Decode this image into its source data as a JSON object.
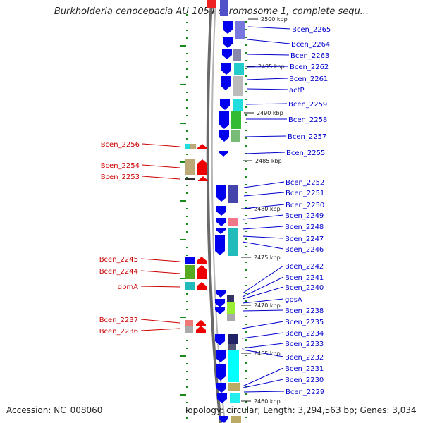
{
  "title": "Burkholderia cenocepacia AU 1054 chromosome 1, complete sequ...",
  "accession": "Accession: NC_008060",
  "topology": "Topology: circular; Length: 3,294,563 bp; Genes: 3,034",
  "colors": {
    "gene_arrow": "#0000ee",
    "minus_arrow": "#ee0000",
    "label_plus": "#0000cc",
    "label_minus": "#cc0000",
    "backbone": "#888888",
    "tick": "#1a8a1a"
  },
  "ruler_labels": [
    "2500 kbp",
    "2495 kbp",
    "2490 kbp",
    "2485 kbp",
    "2480 kbp",
    "2475 kbp",
    "2470 kbp",
    "2465 kbp",
    "2460 kbp"
  ],
  "right_labels": [
    "Bcen_2265",
    "Bcen_2264",
    "Bcen_2263",
    "Bcen_2262",
    "Bcen_2261",
    "actP",
    "Bcen_2259",
    "Bcen_2258",
    "Bcen_2257",
    "Bcen_2255",
    "Bcen_2252",
    "Bcen_2251",
    "Bcen_2250",
    "Bcen_2249",
    "Bcen_2248",
    "Bcen_2247",
    "Bcen_2246",
    "Bcen_2242",
    "Bcen_2241",
    "Bcen_2240",
    "gpsA",
    "Bcen_2238",
    "Bcen_2235",
    "Bcen_2234",
    "Bcen_2233",
    "Bcen_2232",
    "Bcen_2231",
    "Bcen_2230",
    "Bcen_2229"
  ],
  "left_labels": [
    "Bcen_2256",
    "Bcen_2254",
    "Bcen_2253",
    "Bcen_2245",
    "Bcen_2244",
    "gpmA",
    "Bcen_2237",
    "Bcen_2236"
  ]
}
